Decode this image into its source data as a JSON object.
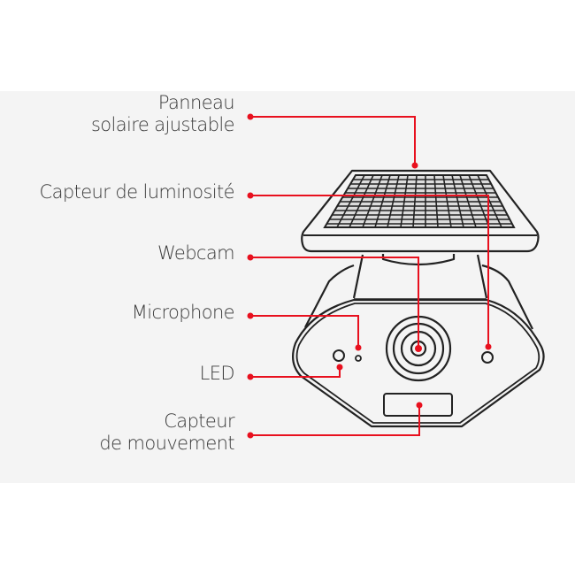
{
  "diagram": {
    "accent_color": "#e8101e",
    "line_color": "#222222",
    "background_color": "#f4f4f4",
    "labels": [
      {
        "id": "solar-panel",
        "lines": [
          "Panneau",
          "solaire ajustable"
        ]
      },
      {
        "id": "light-sensor",
        "lines": [
          "Capteur de luminosité"
        ]
      },
      {
        "id": "webcam",
        "lines": [
          "Webcam"
        ]
      },
      {
        "id": "microphone",
        "lines": [
          "Microphone"
        ]
      },
      {
        "id": "led",
        "lines": [
          "LED"
        ]
      },
      {
        "id": "motion-sensor",
        "lines": [
          "Capteur",
          "de mouvement"
        ]
      }
    ]
  }
}
